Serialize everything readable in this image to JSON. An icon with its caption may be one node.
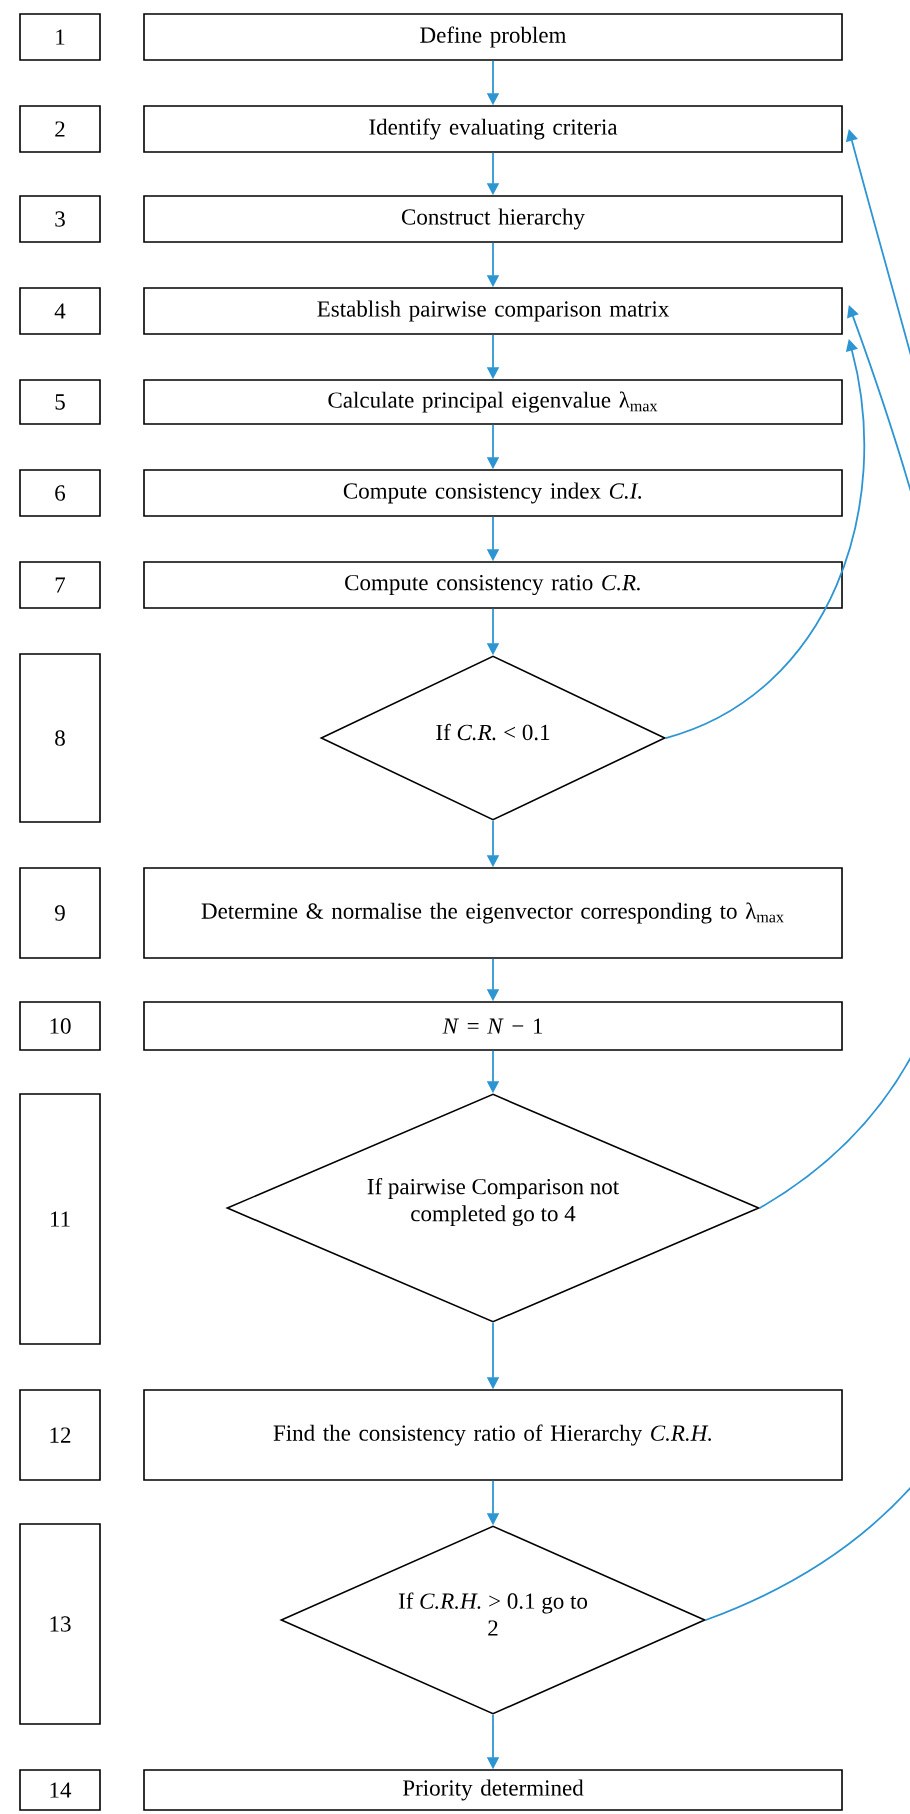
{
  "diagram": {
    "nodes": [
      {
        "text": [
          "1"
        ]
      },
      {
        "text": [
          "Define problem"
        ]
      },
      {
        "text": [
          "2"
        ]
      },
      {
        "text": [
          "Identify evaluating criteria"
        ]
      },
      {
        "text": [
          "3"
        ]
      },
      {
        "text": [
          "Construct hierarchy"
        ]
      },
      {
        "text": [
          "4"
        ]
      },
      {
        "text": [
          "Establish pairwise comparison matrix"
        ]
      },
      {
        "text": [
          "5"
        ]
      },
      {
        "text": [
          "Calculate principal eigenvalue λ$_{max}$"
        ]
      },
      {
        "text": [
          "6"
        ]
      },
      {
        "text": [
          "Compute consistency index *C.I.*"
        ]
      },
      {
        "text": [
          "7"
        ]
      },
      {
        "text": [
          "Compute consistency ratio *C.R.*"
        ]
      },
      {
        "text": [
          "8"
        ]
      },
      {
        "text": [
          "If *C.R.* < 0.1"
        ]
      },
      {
        "text": [
          "9"
        ]
      },
      {
        "text": [
          "Determine & normalise the eigenvector corresponding to λ$_{max}$"
        ]
      },
      {
        "text": [
          "10"
        ]
      },
      {
        "text": [
          "*N* = *N* − 1"
        ]
      },
      {
        "text": [
          "11"
        ]
      },
      {
        "text": [
          "If pairwise Comparison not completed go to 4"
        ]
      },
      {
        "text": [
          "12"
        ]
      },
      {
        "text": [
          "Find the consistency ratio of Hierarchy *C.R.H.*"
        ]
      },
      {
        "text": [
          "13"
        ]
      },
      {
        "text": [
          "If *C.R.H.* > 0.1 go to 2"
        ]
      },
      {
        "text": [
          "14"
        ]
      },
      {
        "text": [
          "Priority determined"
        ]
      }
    ],
    "edges": [
      {
        "from": 1,
        "to": 3,
        "arrow": "to"
      },
      {
        "from": 3,
        "to": 5,
        "arrow": "to"
      },
      {
        "from": 5,
        "to": 7,
        "arrow": "to"
      },
      {
        "from": 7,
        "to": 9,
        "arrow": "to"
      },
      {
        "from": 9,
        "to": 11,
        "arrow": "to"
      },
      {
        "from": 11,
        "to": 13,
        "arrow": "to"
      },
      {
        "from": 13,
        "to": 15,
        "arrow": "to"
      },
      {
        "from": 15,
        "to": 17,
        "arrow": "to"
      },
      {
        "from": 17,
        "to": 19,
        "arrow": "to"
      },
      {
        "from": 19,
        "to": 21,
        "arrow": "to"
      },
      {
        "from": 21,
        "to": 23,
        "arrow": "to"
      },
      {
        "from": 23,
        "to": 25,
        "arrow": "to"
      },
      {
        "from": 25,
        "to": 27,
        "arrow": "to"
      },
      {
        "from": 15,
        "to": 7,
        "arrow": "to"
      },
      {
        "from": 21,
        "to": 7,
        "arrow": "to"
      },
      {
        "from": 25,
        "to": 3,
        "arrow": "to"
      }
    ]
  }
}
